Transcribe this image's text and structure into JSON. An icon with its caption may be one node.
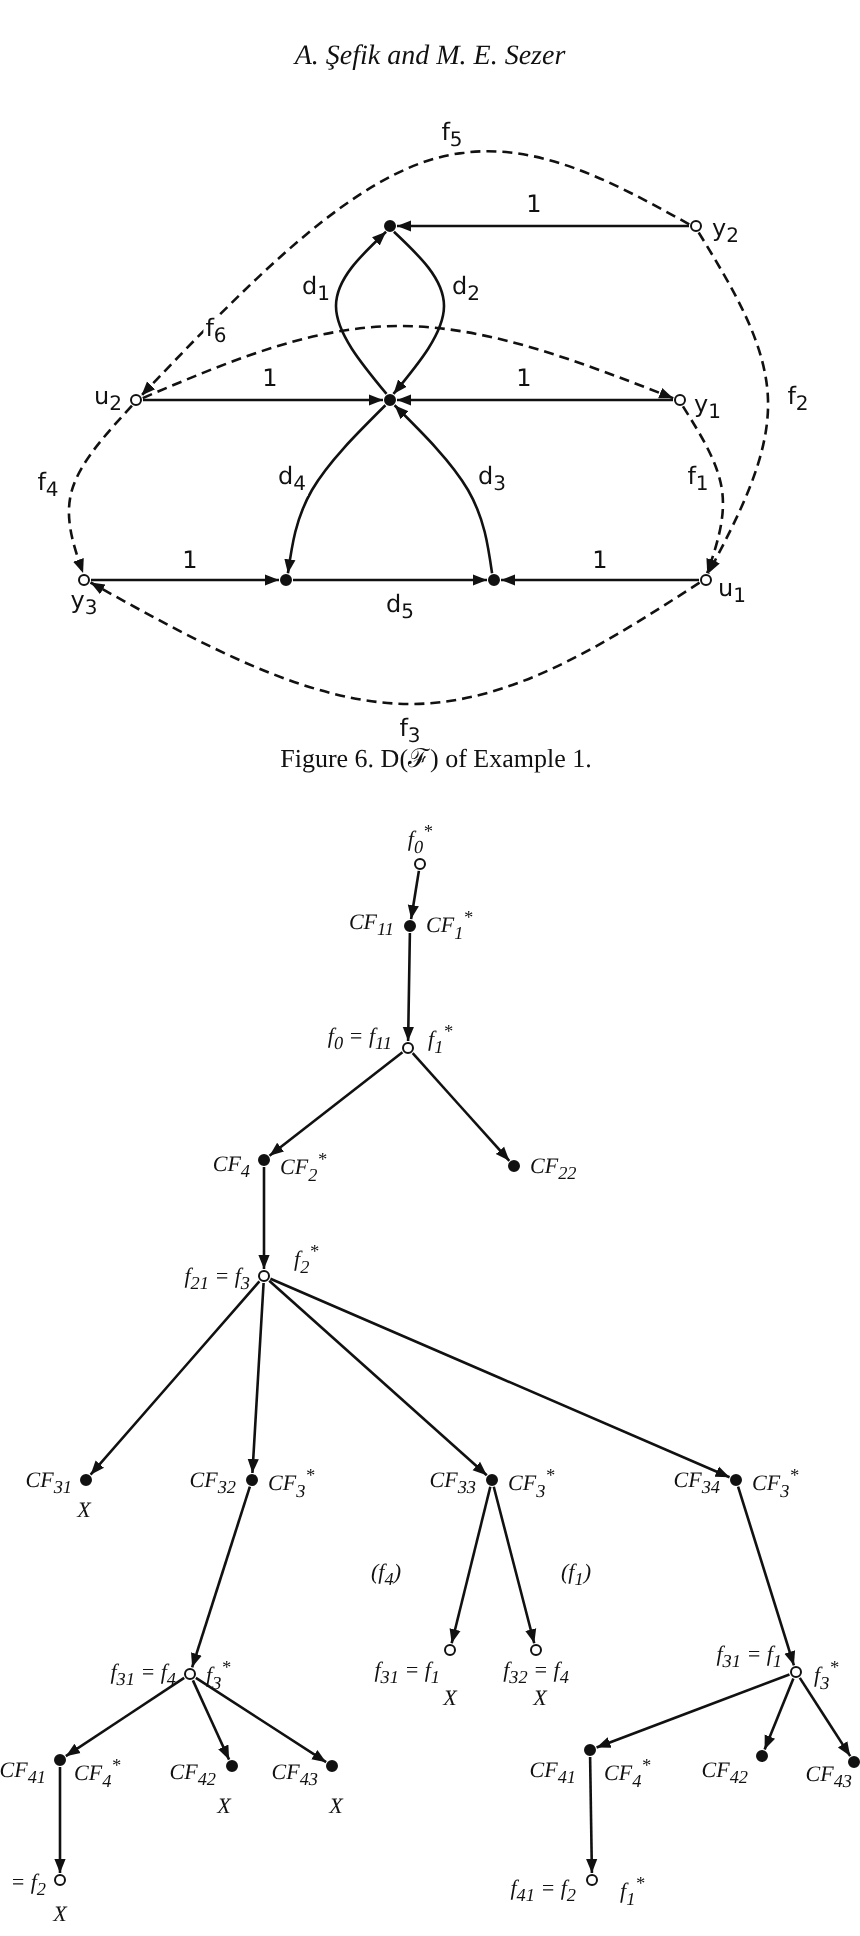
{
  "diagram": {
    "title": "A. Şefik and M. E. Sezer",
    "caption": "Figure 6. D(ℱ) of Example 1.",
    "nodes": [
      {
        "text": [],
        "shape": "circle"
      },
      {
        "text": [],
        "shape": "circle",
        "beside": [
          "y$_{2}$"
        ]
      },
      {
        "text": [],
        "shape": "circle",
        "beside": [
          "u$_{2}$"
        ]
      },
      {
        "text": [],
        "shape": "circle"
      },
      {
        "text": [],
        "shape": "circle",
        "beside": [
          "y$_{1}$"
        ]
      },
      {
        "text": [],
        "shape": "circle",
        "beside": [
          "y$_{3}$"
        ]
      },
      {
        "text": [],
        "shape": "circle"
      },
      {
        "text": [],
        "shape": "circle"
      },
      {
        "text": [],
        "shape": "circle",
        "beside": [
          "u$_{1}$"
        ]
      },
      {
        "text": [],
        "shape": "circle",
        "beside": [
          "f$_{0}$$^{*}$"
        ]
      },
      {
        "text": [],
        "shape": "circle",
        "beside": [
          "CF$_{11}$",
          "CF$_{1}$$^{*}$"
        ]
      },
      {
        "text": [],
        "shape": "circle",
        "beside": [
          "f$_{0}$ = f$_{11}$",
          "f$_{1}$$^{*}$"
        ]
      },
      {
        "text": [],
        "shape": "circle",
        "beside": [
          "CF$_{4}$",
          "CF$_{2}$$^{*}$"
        ]
      },
      {
        "text": [],
        "shape": "circle",
        "beside": [
          "CF$_{22}$"
        ]
      },
      {
        "text": [],
        "shape": "circle",
        "beside": [
          "f$_{21}$ = f$_{3}$",
          "f$_{2}$$^{*}$"
        ]
      },
      {
        "text": [],
        "shape": "circle",
        "beside": [
          "CF$_{31}$",
          "X"
        ]
      },
      {
        "text": [],
        "shape": "circle",
        "beside": [
          "CF$_{32}$",
          "CF$_{3}$$^{*}$"
        ]
      },
      {
        "text": [],
        "shape": "circle",
        "beside": [
          "CF$_{33}$",
          "CF$_{3}$$^{*}$"
        ]
      },
      {
        "text": [],
        "shape": "circle",
        "beside": [
          "CF$_{34}$",
          "CF$_{3}$$^{*}$"
        ]
      },
      {
        "text": [],
        "shape": "circle",
        "beside": [
          "f$_{31}$ = f$_{4}$",
          "f$_{3}$$^{*}$"
        ]
      },
      {
        "text": [],
        "shape": "circle",
        "beside": [
          "f$_{31}$ = f$_{1}$",
          "X"
        ]
      },
      {
        "text": [],
        "shape": "circle",
        "beside": [
          "f$_{32}$ = f$_{4}$",
          "X"
        ]
      },
      {
        "text": [],
        "shape": "circle",
        "beside": [
          "f$_{31}$ = f$_{1}$",
          "f$_{3}$$^{*}$"
        ]
      },
      {
        "text": [],
        "shape": "circle",
        "beside": [
          "CF$_{41}$",
          "CF$_{4}$$^{*}$"
        ]
      },
      {
        "text": [],
        "shape": "circle",
        "beside": [
          "CF$_{42}$",
          "X"
        ]
      },
      {
        "text": [],
        "shape": "circle",
        "beside": [
          "CF$_{43}$",
          "X"
        ]
      },
      {
        "text": [],
        "shape": "circle",
        "beside": [
          "= f$_{2}$",
          "X"
        ]
      },
      {
        "text": [],
        "shape": "circle",
        "beside": [
          "CF$_{41}$",
          "CF$_{4}$$^{*}$"
        ]
      },
      {
        "text": [],
        "shape": "circle",
        "beside": [
          "CF$_{42}$"
        ]
      },
      {
        "text": [],
        "shape": "circle",
        "beside": [
          "CF$_{43}$"
        ]
      },
      {
        "text": [],
        "shape": "circle",
        "beside": [
          "f$_{41}$ = f$_{2}$",
          "f$_{1}$$^{*}$"
        ]
      }
    ],
    "edges": [
      {
        "from": 1,
        "to": 0,
        "arrow": "to",
        "label": "1"
      },
      {
        "from": 3,
        "to": 0,
        "arrow": "to",
        "label": "d$_{1}$"
      },
      {
        "from": 0,
        "to": 3,
        "arrow": "to",
        "label": "d$_{2}$"
      },
      {
        "from": 1,
        "to": 2,
        "arrow": "to",
        "label": "f$_{5}$",
        "style": "dashed"
      },
      {
        "from": 2,
        "to": 4,
        "arrow": "to",
        "label": "f$_{6}$",
        "style": "dashed"
      },
      {
        "from": 2,
        "to": 3,
        "arrow": "to",
        "label": "1"
      },
      {
        "from": 4,
        "to": 3,
        "arrow": "to",
        "label": "1"
      },
      {
        "from": 1,
        "to": 8,
        "arrow": "to",
        "label": "f$_{2}$",
        "style": "dashed"
      },
      {
        "from": 2,
        "to": 5,
        "arrow": "to",
        "label": "f$_{4}$",
        "style": "dashed"
      },
      {
        "from": 3,
        "to": 6,
        "arrow": "to",
        "label": "d$_{4}$"
      },
      {
        "from": 7,
        "to": 3,
        "arrow": "to",
        "label": "d$_{3}$"
      },
      {
        "from": 4,
        "to": 8,
        "arrow": "to",
        "label": "f$_{1}$",
        "style": "dashed"
      },
      {
        "from": 5,
        "to": 6,
        "arrow": "to",
        "label": "1"
      },
      {
        "from": 6,
        "to": 7,
        "arrow": "to",
        "label": "d$_{5}$"
      },
      {
        "from": 8,
        "to": 7,
        "arrow": "to",
        "label": "1"
      },
      {
        "from": 8,
        "to": 5,
        "arrow": "to",
        "label": "f$_{3}$",
        "style": "dashed"
      },
      {
        "from": 9,
        "to": 10,
        "arrow": "to"
      },
      {
        "from": 10,
        "to": 11,
        "arrow": "to"
      },
      {
        "from": 11,
        "to": 12,
        "arrow": "to"
      },
      {
        "from": 11,
        "to": 13,
        "arrow": "to"
      },
      {
        "from": 12,
        "to": 14,
        "arrow": "to"
      },
      {
        "from": 14,
        "to": 15,
        "arrow": "to"
      },
      {
        "from": 14,
        "to": 16,
        "arrow": "to"
      },
      {
        "from": 14,
        "to": 17,
        "arrow": "to"
      },
      {
        "from": 14,
        "to": 18,
        "arrow": "to"
      },
      {
        "from": 16,
        "to": 19,
        "arrow": "to"
      },
      {
        "from": 17,
        "to": 20,
        "arrow": "to"
      },
      {
        "from": 17,
        "to": 21,
        "arrow": "to"
      },
      {
        "from": 18,
        "to": 22,
        "arrow": "to"
      },
      {
        "from": 19,
        "to": 23,
        "arrow": "to"
      },
      {
        "from": 19,
        "to": 24,
        "arrow": "to"
      },
      {
        "from": 19,
        "to": 25,
        "arrow": "to"
      },
      {
        "from": 23,
        "to": 26,
        "arrow": "to"
      },
      {
        "from": 22,
        "to": 27,
        "arrow": "to"
      },
      {
        "from": 22,
        "to": 28,
        "arrow": "to"
      },
      {
        "from": 22,
        "to": 29,
        "arrow": "to"
      },
      {
        "from": 27,
        "to": 30,
        "arrow": "to"
      }
    ],
    "labels": [
      "(f$_{4}$)",
      "(f$_{1}$)"
    ]
  }
}
